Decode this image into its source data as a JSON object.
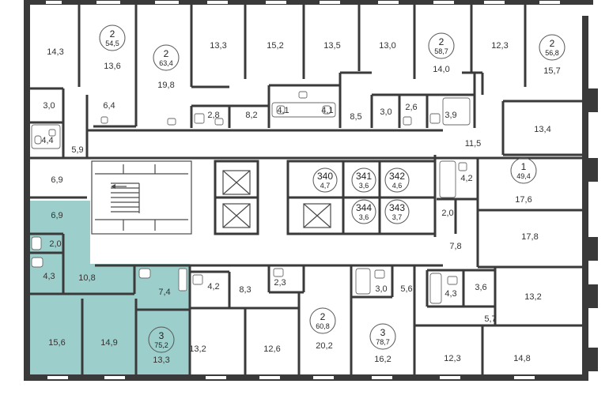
{
  "highlight_color": "#9ccfcb",
  "apartments": [
    {
      "id": "apt-a",
      "rooms": "2",
      "area": "54,5"
    },
    {
      "id": "apt-b",
      "rooms": "2",
      "area": "63,4"
    },
    {
      "id": "apt-c",
      "rooms": "2",
      "area": "58,7"
    },
    {
      "id": "apt-d",
      "rooms": "2",
      "area": "56,8"
    },
    {
      "id": "apt-e",
      "rooms": "1",
      "area": "49,4"
    },
    {
      "id": "apt-f",
      "rooms": "340",
      "area": "4,7"
    },
    {
      "id": "apt-g",
      "rooms": "341",
      "area": "3,6"
    },
    {
      "id": "apt-h",
      "rooms": "342",
      "area": "4,6"
    },
    {
      "id": "apt-i",
      "rooms": "344",
      "area": "3,6"
    },
    {
      "id": "apt-j",
      "rooms": "343",
      "area": "3,7"
    },
    {
      "id": "apt-k",
      "rooms": "2",
      "area": "60,8"
    },
    {
      "id": "apt-l",
      "rooms": "3",
      "area": "78,7"
    },
    {
      "id": "apt-m",
      "rooms": "3",
      "area": "75,2"
    }
  ],
  "room_areas": [
    "14,3",
    "13,6",
    "19,8",
    "13,3",
    "15,2",
    "13,5",
    "13,0",
    "14,0",
    "12,3",
    "15,7",
    "3,0",
    "6,4",
    "2,8",
    "8,2",
    "4,1",
    "4,1",
    "8,5",
    "3,0",
    "2,6",
    "3,9",
    "13,4",
    "4,4",
    "5,9",
    "11,5",
    "6,9",
    "4,2",
    "17,6",
    "2,0",
    "17,8",
    "7,8",
    "6,9",
    "2,0",
    "4,3",
    "10,8",
    "7,4",
    "15,6",
    "14,9",
    "13,3",
    "4,2",
    "8,3",
    "2,3",
    "3,0",
    "5,6",
    "4,3",
    "3,6",
    "13,2",
    "5,7",
    "13,2",
    "12,6",
    "20,2",
    "16,2",
    "12,3",
    "14,8"
  ]
}
